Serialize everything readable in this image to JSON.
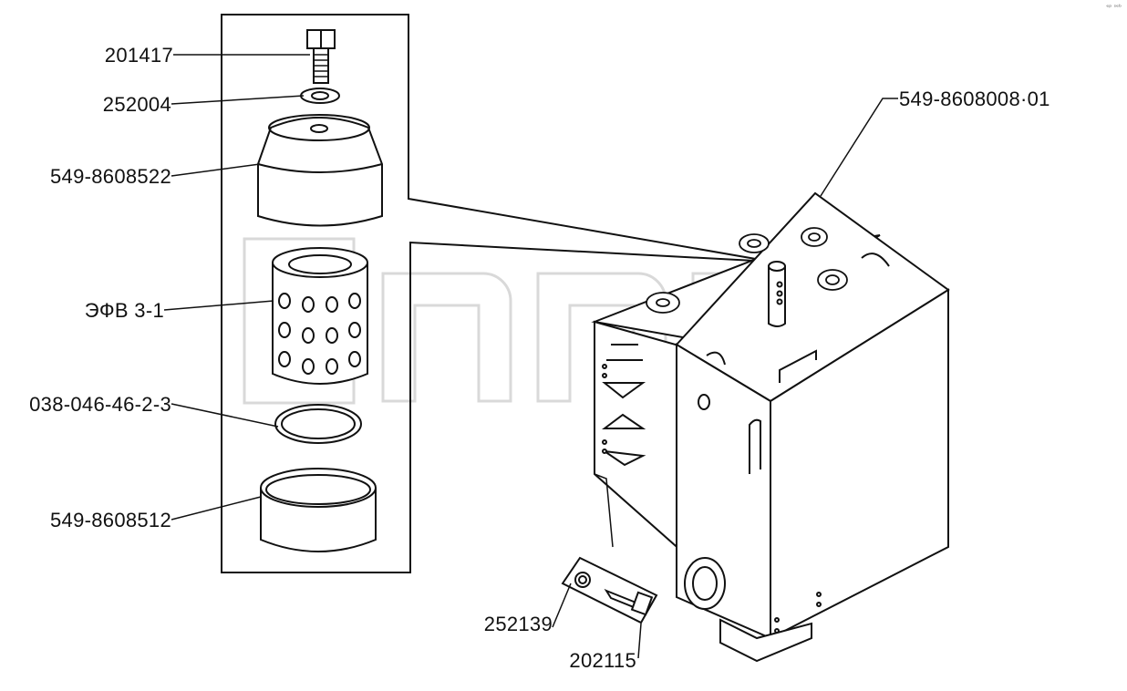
{
  "diagram": {
    "corner_mark": "ᵉᵖ ˢᵉᵇ",
    "callouts": {
      "bolt_top": "201417",
      "washer_top": "252004",
      "cap": "549-8608522",
      "filter_element": "ЭФВ 3-1",
      "seal_ring": "038-046-46-2-3",
      "sleeve": "549-8608512",
      "tank_assembly": "549-8608008·01",
      "washer_bottom": "252139",
      "bolt_bottom": "202115"
    }
  }
}
